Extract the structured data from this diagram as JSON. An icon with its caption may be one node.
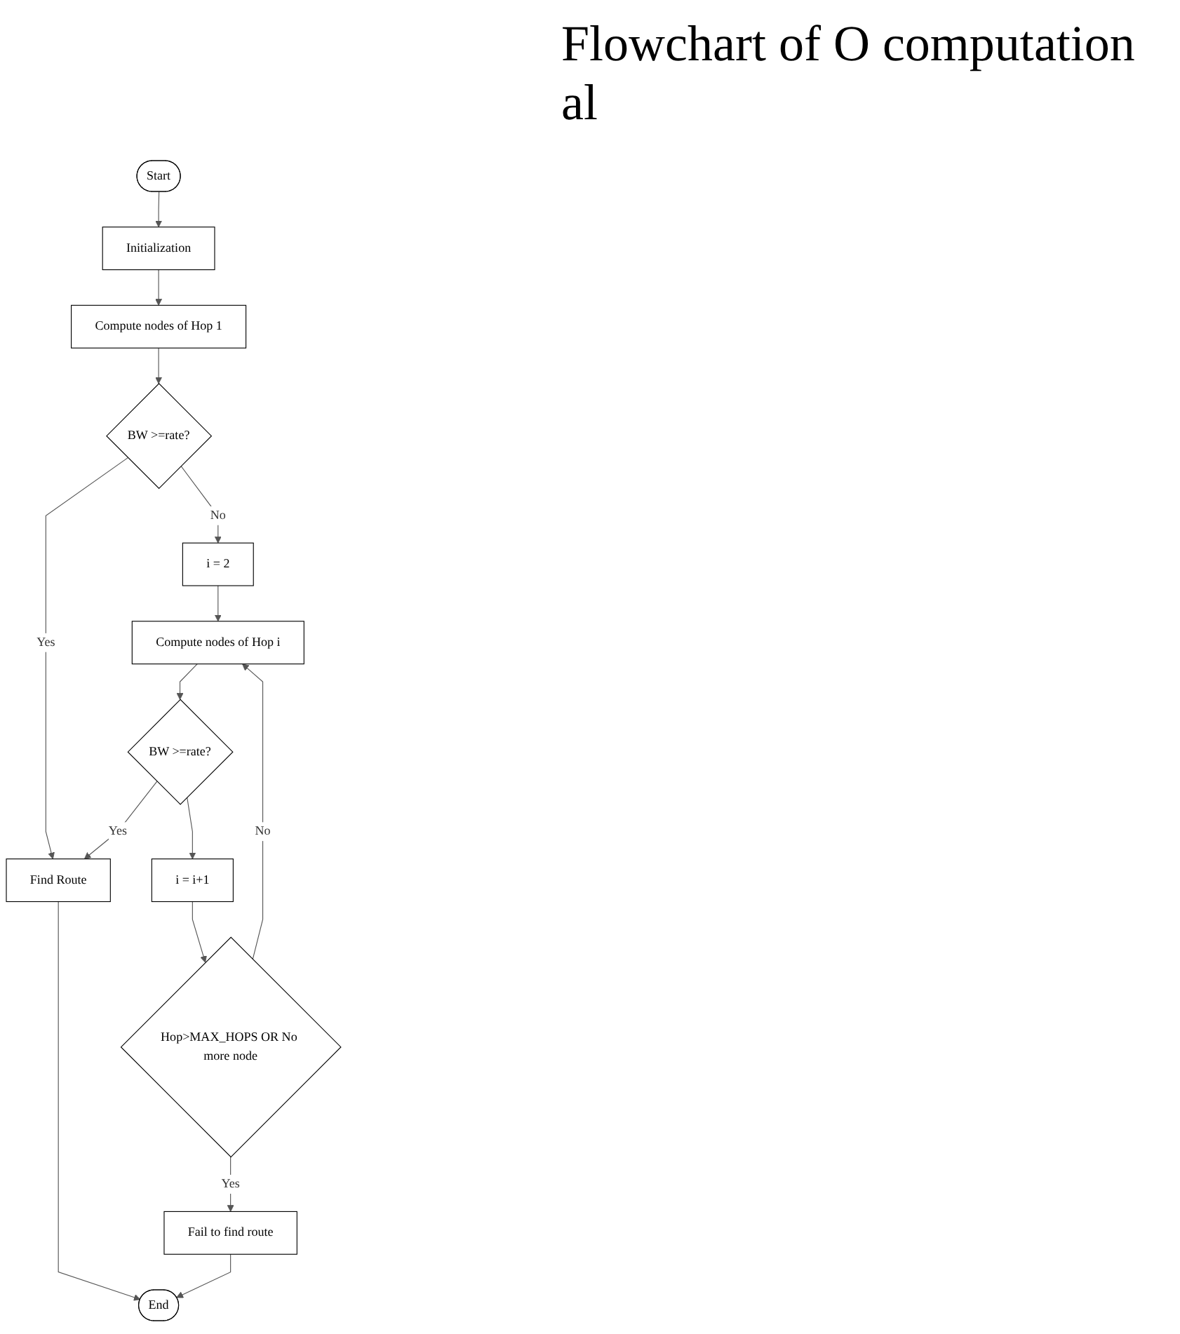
{
  "diagram": {
    "title": "Flowchart of O computation al",
    "nodes": [
      {
        "text": [
          "Start"
        ]
      },
      {
        "text": [
          "Initialization"
        ]
      },
      {
        "text": [
          "Compute nodes of Hop 1"
        ]
      },
      {
        "text": [
          "BW >=rate?"
        ]
      },
      {
        "text": [
          "i = 2"
        ]
      },
      {
        "text": [
          "Compute nodes of Hop i"
        ]
      },
      {
        "text": [
          "Hop>MAX_HOPS OR No more node"
        ]
      },
      {
        "text": [
          "BW >=rate?"
        ]
      },
      {
        "text": [
          "Find Route"
        ]
      },
      {
        "text": [
          "i = i+1"
        ]
      },
      {
        "text": [
          "Fail to find route"
        ]
      },
      {
        "text": [
          "End"
        ]
      }
    ],
    "edges": [
      {
        "from": 0,
        "to": 1,
        "arrow": "to"
      },
      {
        "from": 1,
        "to": 2,
        "arrow": "to"
      },
      {
        "from": 2,
        "to": 3,
        "arrow": "to"
      },
      {
        "from": 3,
        "to": 4,
        "arrow": "to",
        "label": "No"
      },
      {
        "from": 3,
        "to": 8,
        "arrow": "to",
        "label": "Yes"
      },
      {
        "from": 4,
        "to": 5,
        "arrow": "to"
      },
      {
        "from": 6,
        "to": 5,
        "arrow": "to",
        "label": "No"
      },
      {
        "from": 6,
        "to": 10,
        "arrow": "to",
        "label": "Yes"
      },
      {
        "from": 5,
        "to": 7,
        "arrow": "to"
      },
      {
        "from": 7,
        "to": 8,
        "arrow": "to",
        "label": "Yes"
      },
      {
        "from": 7,
        "to": 9,
        "arrow": "to"
      },
      {
        "from": 9,
        "to": 6,
        "arrow": "to"
      },
      {
        "from": 8,
        "to": 11,
        "arrow": "to"
      },
      {
        "from": 10,
        "to": 11,
        "arrow": "to"
      }
    ]
  }
}
